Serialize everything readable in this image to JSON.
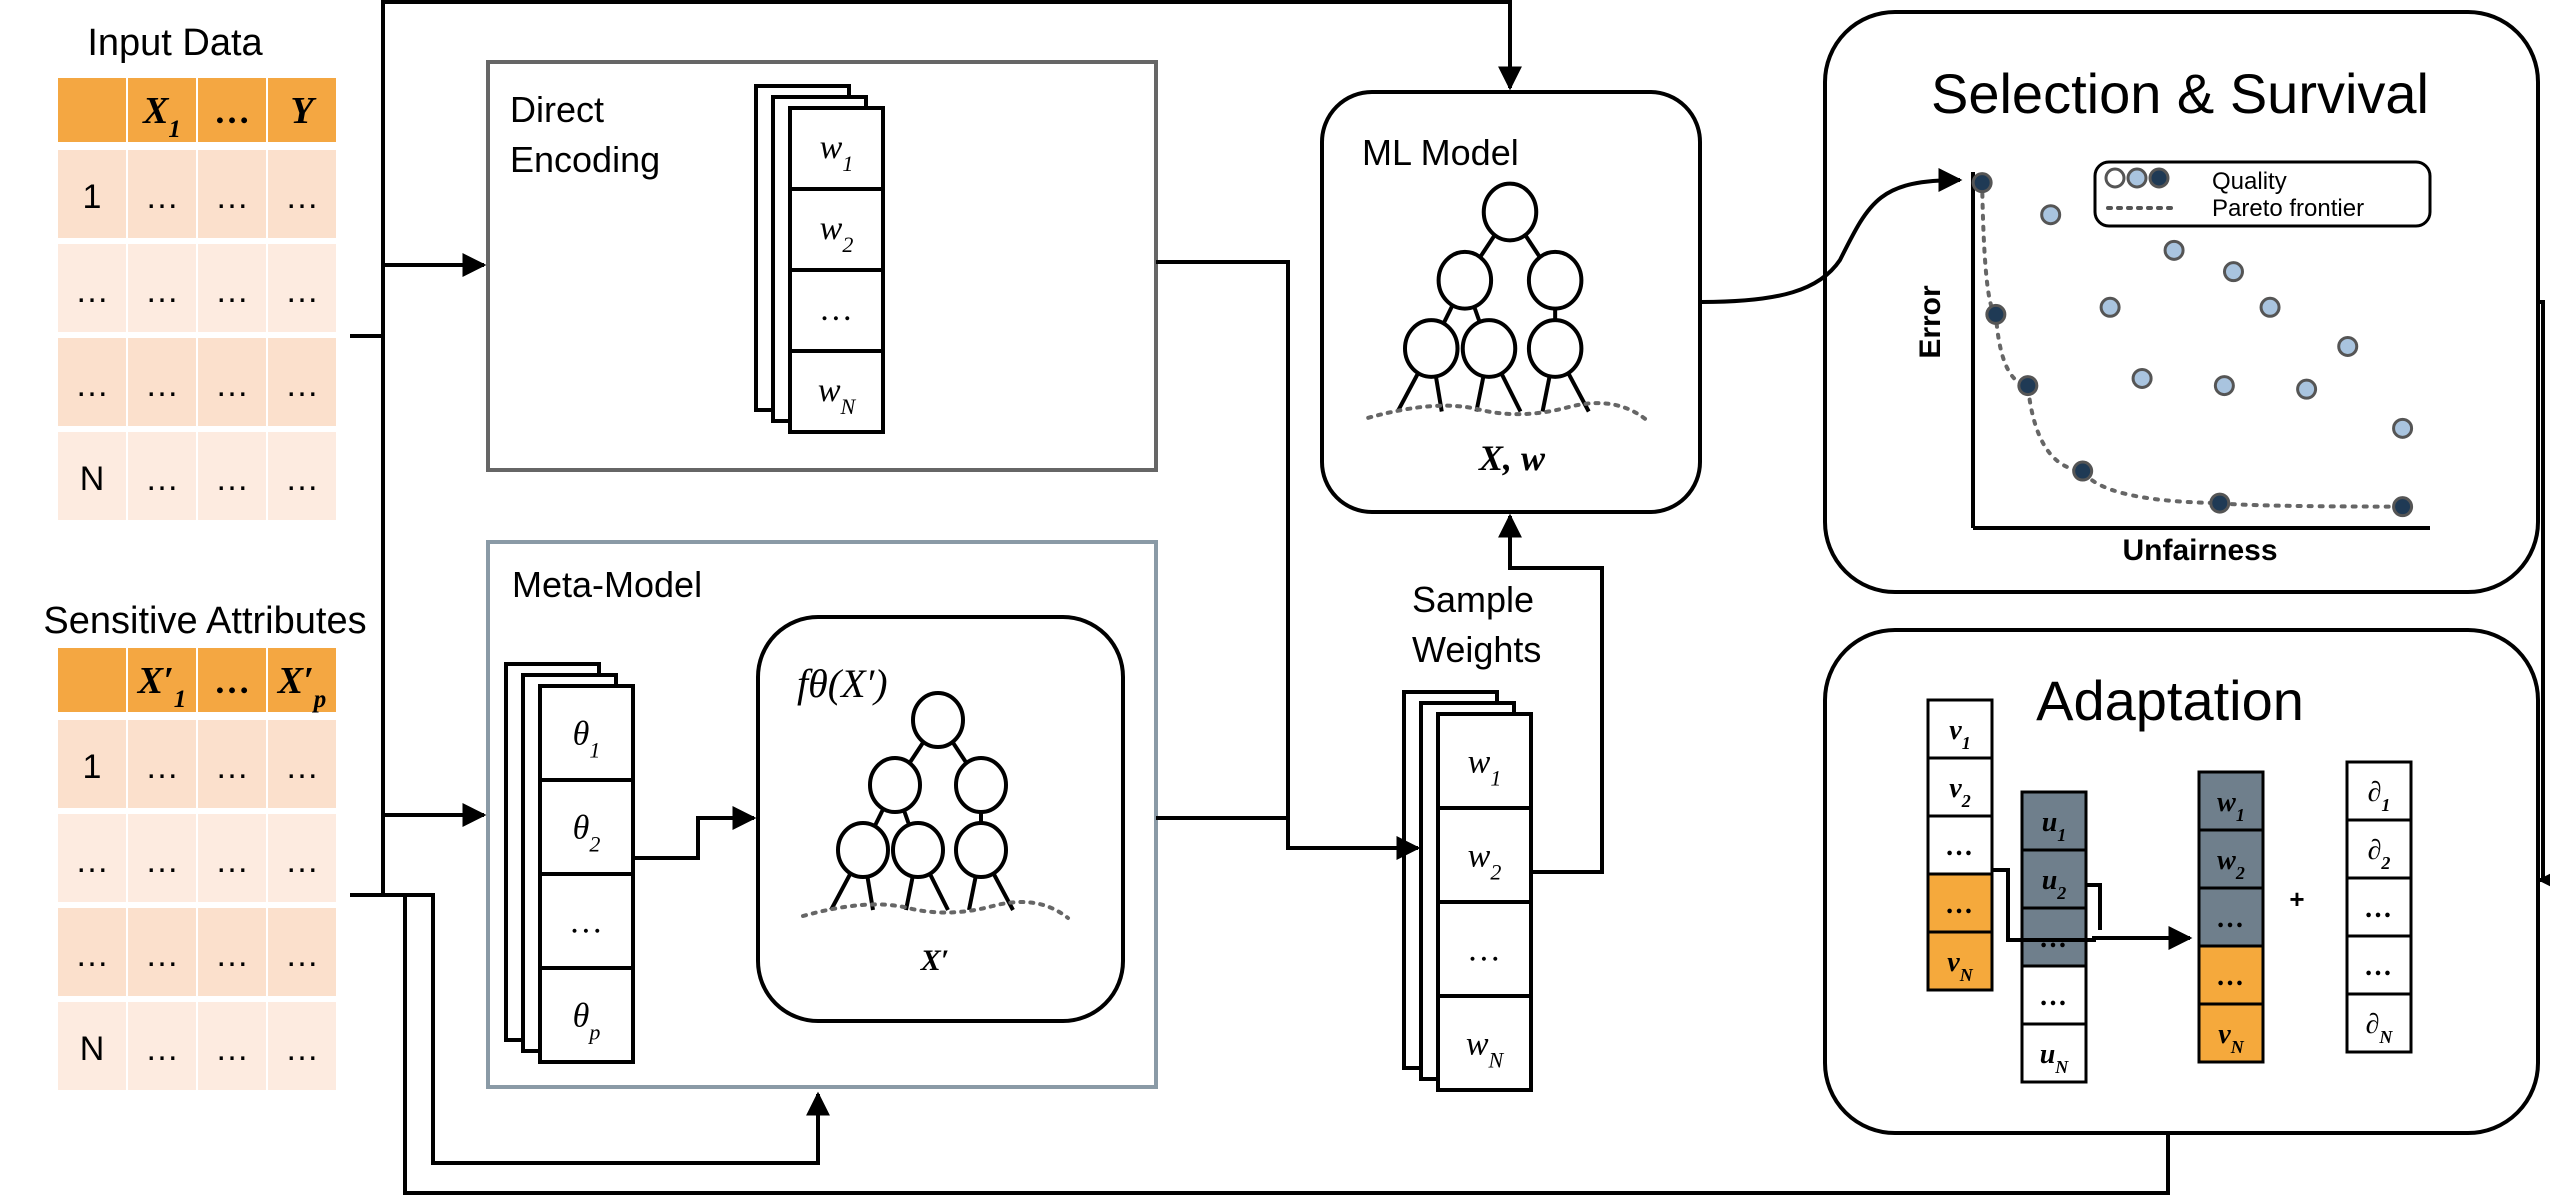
{
  "input_data": {
    "title": "Input Data",
    "headers": [
      "",
      "X1",
      "…",
      "Y"
    ],
    "rows": [
      [
        "1",
        "…",
        "…",
        "…"
      ],
      [
        "…",
        "…",
        "…",
        "…"
      ],
      [
        "…",
        "…",
        "…",
        "…"
      ],
      [
        "N",
        "…",
        "…",
        "…"
      ]
    ]
  },
  "sensitive": {
    "title": "Sensitive Attributes",
    "headers": [
      "",
      "X′1",
      "…",
      "X′p"
    ],
    "rows": [
      [
        "1",
        "…",
        "…",
        "…"
      ],
      [
        "…",
        "…",
        "…",
        "…"
      ],
      [
        "…",
        "…",
        "…",
        "…"
      ],
      [
        "N",
        "…",
        "…",
        "…"
      ]
    ]
  },
  "direct_encoding": {
    "title_line1": "Direct",
    "title_line2": "Encoding",
    "cells": [
      "w1",
      "w2",
      "…",
      "wN"
    ]
  },
  "meta_model": {
    "title": "Meta-Model",
    "params": [
      "θ1",
      "θ2",
      "…",
      "θp"
    ],
    "function_label": "fθ(X′)",
    "input_label": "X′"
  },
  "ml_model": {
    "title": "ML Model",
    "inputs_label": "X, w"
  },
  "sample_weights": {
    "title_line1": "Sample",
    "title_line2": "Weights",
    "cells": [
      "w1",
      "w2",
      "…",
      "wN"
    ]
  },
  "selection": {
    "title": "Selection & Survival",
    "xlabel": "Unfairness",
    "ylabel": "Error",
    "legend": [
      "Quality",
      "Pareto frontier"
    ]
  },
  "adaptation": {
    "title": "Adaptation",
    "v_cells": [
      "v1",
      "v2",
      "…",
      "…",
      "vN"
    ],
    "u_cells": [
      "u1",
      "u2",
      "…",
      "…",
      "uN"
    ],
    "w_cells": [
      "w1",
      "w2",
      "…",
      "…",
      "vN"
    ],
    "d_cells": [
      "∂1",
      "∂2",
      "…",
      "…",
      "∂N"
    ],
    "plus": "+"
  },
  "colors": {
    "orange_header": "#f4a742",
    "orange_cell": "#fbe3cf",
    "orange_adapt": "#f5a93c",
    "gray_cell": "#6f7f8c",
    "point_dark": "#1f3a55",
    "point_light": "#a9c4df",
    "box_gray": "#666666",
    "box_bluegray": "#8a9aa6"
  },
  "chart_data": {
    "type": "scatter",
    "xlabel": "Unfairness",
    "ylabel": "Error",
    "series": [
      {
        "name": "Pareto frontier",
        "style": "dark",
        "points": [
          [
            0.02,
            0.97
          ],
          [
            0.05,
            0.6
          ],
          [
            0.12,
            0.4
          ],
          [
            0.24,
            0.16
          ],
          [
            0.54,
            0.07
          ],
          [
            0.94,
            0.06
          ]
        ]
      },
      {
        "name": "Quality",
        "style": "light",
        "points": [
          [
            0.17,
            0.88
          ],
          [
            0.44,
            0.78
          ],
          [
            0.57,
            0.72
          ],
          [
            0.3,
            0.62
          ],
          [
            0.65,
            0.62
          ],
          [
            0.82,
            0.51
          ],
          [
            0.37,
            0.42
          ],
          [
            0.55,
            0.4
          ],
          [
            0.73,
            0.39
          ],
          [
            0.94,
            0.28
          ]
        ]
      }
    ],
    "xlim": [
      0,
      1
    ],
    "ylim": [
      0,
      1
    ],
    "legend_position": "top-right"
  }
}
